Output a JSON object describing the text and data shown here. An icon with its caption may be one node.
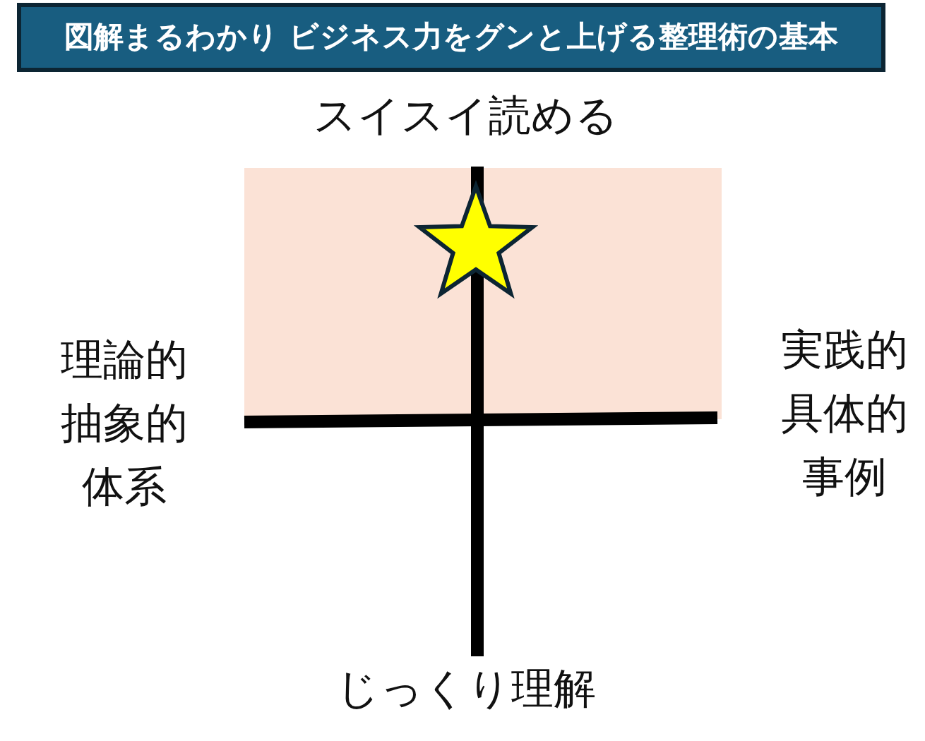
{
  "diagram": {
    "title": "図解まるわかり ビジネス力をグンと上げる整理術の基本",
    "labels": [
      "スイスイ読める",
      "理論的抽象的体系",
      "実践的具体的事例",
      "じっくり理解"
    ]
  }
}
